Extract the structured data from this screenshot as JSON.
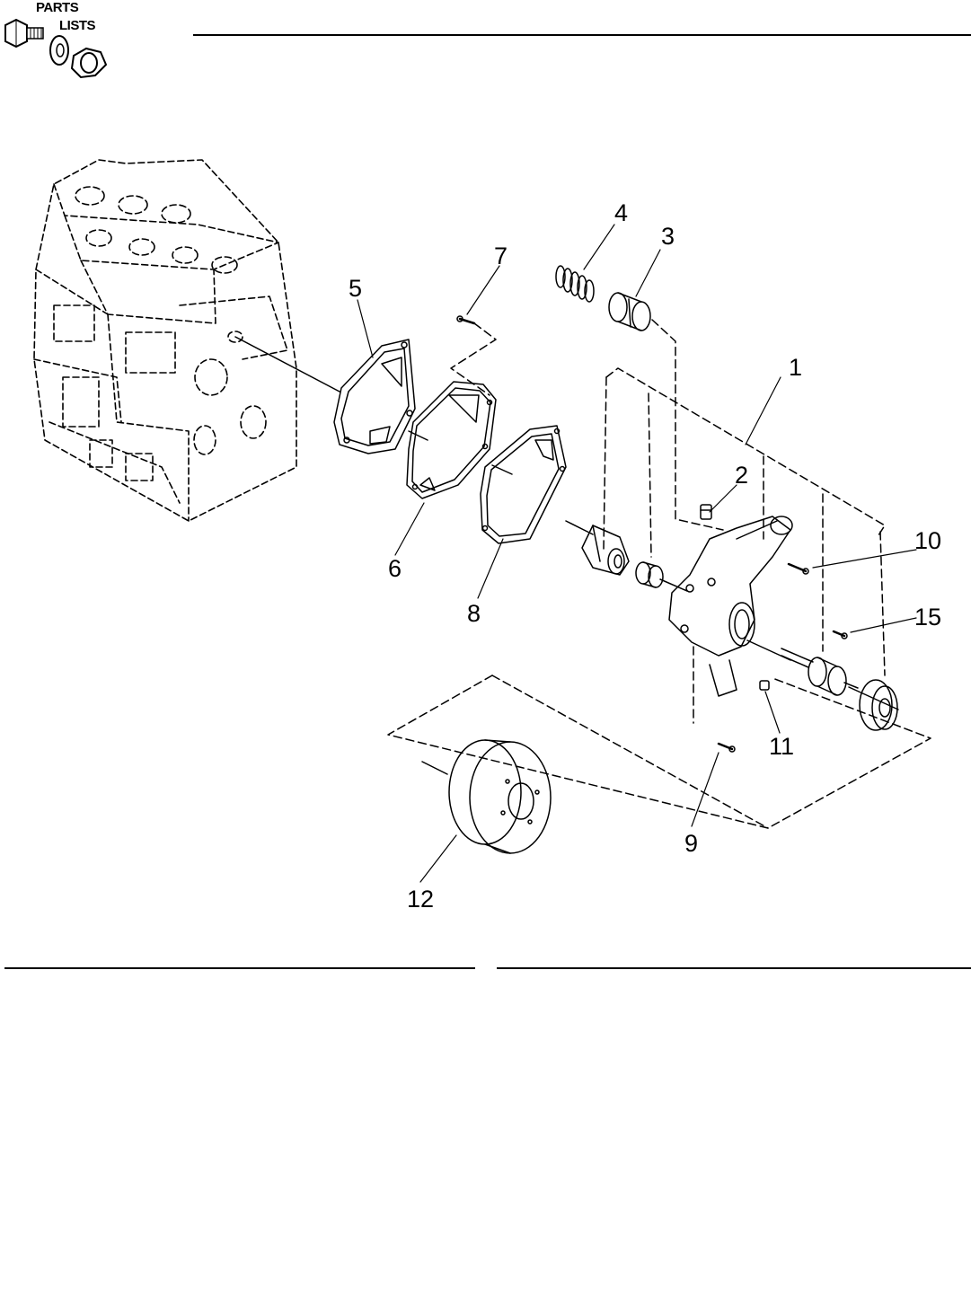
{
  "logo": {
    "line1": "PARTS",
    "line2": "LISTS",
    "icon": "bolt-washer-nut-icon"
  },
  "diagram": {
    "callouts": [
      "1",
      "2",
      "3",
      "4",
      "5",
      "6",
      "7",
      "8",
      "9",
      "10",
      "11",
      "12",
      "15"
    ]
  }
}
